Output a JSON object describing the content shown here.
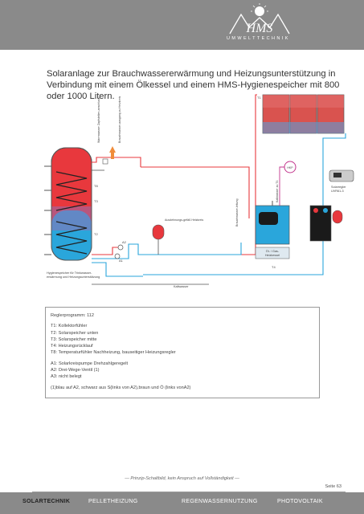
{
  "header": {
    "logo_text": "HMS",
    "logo_subtitle": "UMWELTTECHNIK"
  },
  "title": "Solaranlage zur Brauchwassererwärmung und Heizungsunterstützung in Verbindung mit einem Ölkessel und einem HMS-Hygienespeicher mit 800 oder 1000 Litern.",
  "diagram": {
    "sensors": {
      "t1": "T1",
      "t2": "T2",
      "t3": "T3",
      "t4": "T4",
      "t8": "T8",
      "a1": "A1",
      "a2": "A2"
    },
    "labels": {
      "warmwasser": "Warmwasser Zapfstellen-anschluss",
      "brauchwasser": "Brauchwasser-ausgang zu Heizkreis",
      "ausdehnung": "Ausdehnungs-gefäß Heizkreis",
      "brauchwasser_leitung": "Brauchwasser-leitung",
      "kaltwasser_zu": "Kaltwasser zu T4",
      "hkp": "HKP",
      "kessel_line1": "Öl- / Gas-",
      "kessel_line2": "Heizkessel",
      "solarregler_line1": "Solarregler",
      "solarregler_line2": "UVR61-3",
      "speicher_line1": "Hygienespeicher für Trinkwasser-",
      "speicher_line2": "erwärmung und Heizungsunterstützung",
      "kaltwasser": "Kaltwasser"
    },
    "colors": {
      "hot": "#e8383d",
      "cold": "#2aa6db",
      "solar": "#c2348c",
      "frame": "#555555"
    }
  },
  "regler": {
    "program": "Reglerprogramm: 112",
    "t_lines": [
      "T1: Kollektorfühler",
      "T2: Solarspeicher unten",
      "T3: Solarspeicher mitte",
      "T4: Heizungsrücklauf",
      "T8: Temperaturfühler Nachheizung, bauseitiger Heizungsregler"
    ],
    "a_lines": [
      "A1: Solarkreispumpe Drehzahlgeregelt",
      "A2: Drei-Wege-Ventil (1)",
      "A3: nicht belegt"
    ],
    "note": "(1)blau auf A2, schwarz aus S(links von A2),braun und Ö (links vonA2)"
  },
  "footnote": "— Prinzip-Schaltbild, kein Anspruch auf Vollständigkeit —",
  "page": "Seite 63",
  "footer": {
    "items": [
      "SOLARTECHNIK",
      "PELLETHEIZUNG",
      "REGENWASSERNUTZUNG",
      "PHOTOVOLTAIK"
    ]
  }
}
